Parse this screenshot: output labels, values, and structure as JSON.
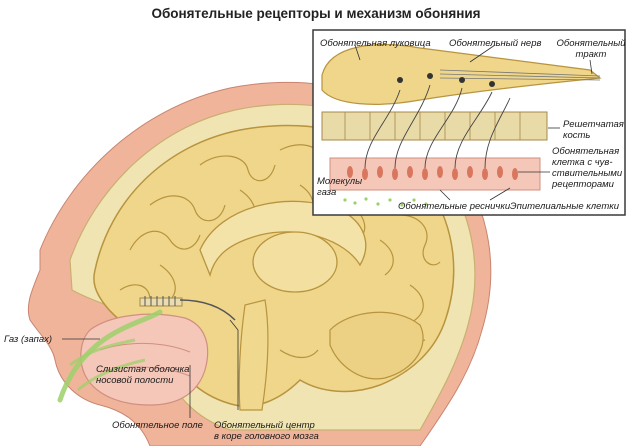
{
  "title": "Обонятельные рецепторы и механизм обоняния",
  "labels": {
    "bulb": "Обонятельная луковица",
    "nerve": "Обонятельный нерв",
    "tract_1": "Обонятельный",
    "tract_2": "тракт",
    "bone_1": "Решетчатая",
    "bone_2": "кость",
    "cell_1": "Обонятельная",
    "cell_2": "клетка с чув-",
    "cell_3": "ствительными",
    "cell_4": "рецепторами",
    "gas_1": "Молекулы",
    "gas_2": "газа",
    "cilia": "Обонятельные реснички",
    "epithelial": "Эпителиальные клетки",
    "gas_smell": "Газ (запах)",
    "mucosa_1": "Слизистая оболочка",
    "mucosa_2": "носовой полости",
    "field": "Обонятельное поле",
    "center_1": "Обонятельный центр",
    "center_2": "в коре головного мозга"
  },
  "colors": {
    "skin": "#f0b49a",
    "skull": "#f1e4b3",
    "brain": "#efd68a",
    "brain_outline": "#b8943e",
    "mucosa": "#f5c7b9",
    "nerve_green": "#9ed06b",
    "inset_border": "#3a3a3a"
  }
}
